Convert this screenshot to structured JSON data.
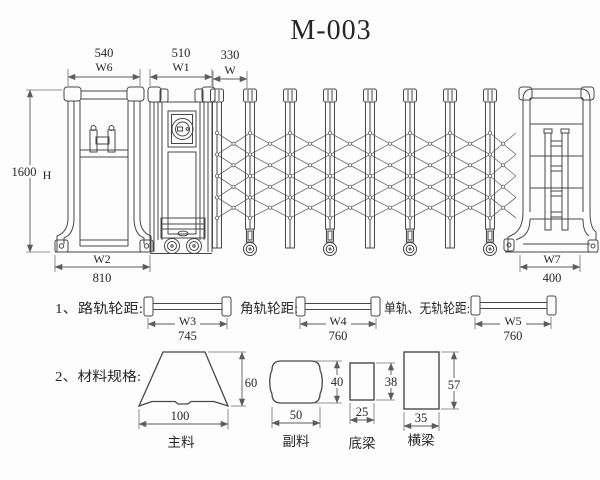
{
  "title": "M-003",
  "diagram": {
    "top_dims": [
      {
        "value": "540",
        "label": "W6"
      },
      {
        "value": "510",
        "label": "W1"
      },
      {
        "value": "330",
        "label": "W"
      }
    ],
    "height_dim": {
      "value": "1600",
      "label": "H"
    },
    "left_post_dim": {
      "label": "W2",
      "value": "810"
    },
    "right_post_dim": {
      "label": "W7",
      "value": "400"
    }
  },
  "rail_row": {
    "groups": [
      {
        "caption": "1、路轨轮距:",
        "dim": "W3",
        "value": "745"
      },
      {
        "caption": "角轨轮距:",
        "dim": "W4",
        "value": "760"
      },
      {
        "caption": "单轨、无轨轮距:",
        "dim": "W5",
        "value": "760"
      }
    ]
  },
  "materials_row": {
    "caption": "2、材料规格:",
    "profiles": [
      {
        "name": "主料",
        "width": "100",
        "height": "60"
      },
      {
        "name": "副料",
        "width": "50",
        "height": "40"
      },
      {
        "name": "底梁",
        "width": "25",
        "height": "38"
      },
      {
        "name": "横梁",
        "width": "35",
        "height": "57"
      }
    ]
  }
}
